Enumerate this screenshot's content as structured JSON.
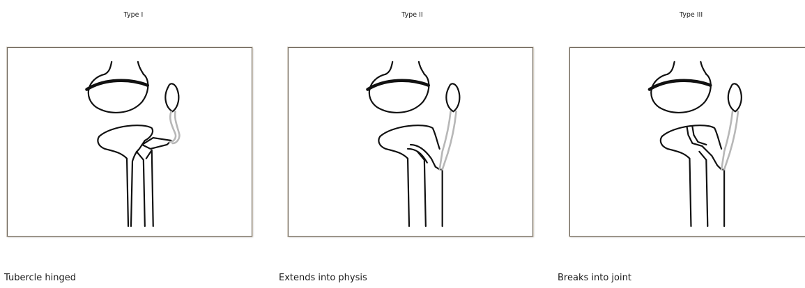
{
  "panels": [
    {
      "type_label": "Type I",
      "caption": "Tubercle hinged"
    },
    {
      "type_label": "Type II",
      "caption": "Extends into physis"
    },
    {
      "type_label": "Type III",
      "caption": "Breaks into joint"
    }
  ]
}
